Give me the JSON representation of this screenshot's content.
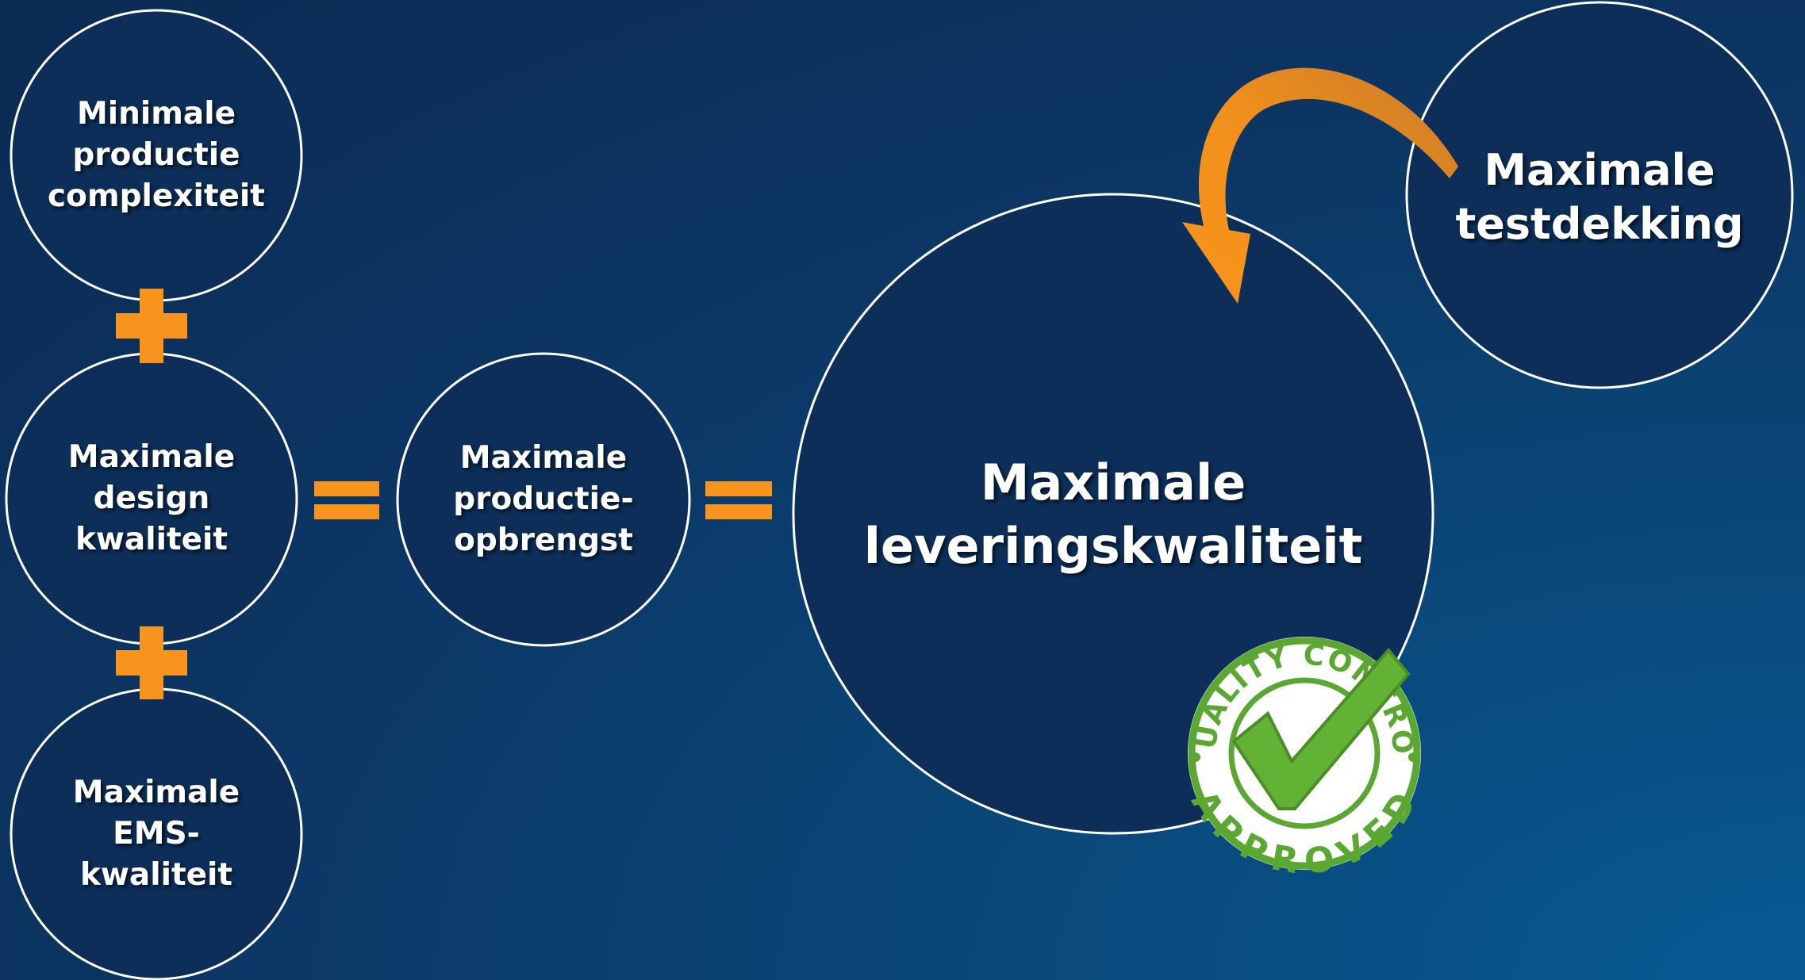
{
  "circles": {
    "production_complexity": [
      "Minimale",
      "productie",
      "complexiteit"
    ],
    "design_quality": [
      "Maximale",
      "design",
      "kwaliteit"
    ],
    "ems_quality": [
      "Maximale",
      "EMS-",
      "kwaliteit"
    ],
    "production_yield": [
      "Maximale",
      "productie-",
      "opbrengst"
    ],
    "delivery_quality": [
      "Maximale",
      "leveringskwaliteit"
    ],
    "test_coverage": [
      "Maximale",
      "testdekking"
    ]
  },
  "stamp": {
    "top_text": "QUALITY CONTROL",
    "bottom_text": "APPROVED"
  },
  "colors": {
    "operator_orange": "#f7941d",
    "arrow_orange": "#e8891a",
    "stamp_green": "#5aa832",
    "circle_stroke": "#ffffff"
  },
  "operators": [
    "plus-icon",
    "plus-icon",
    "equals-icon",
    "equals-icon"
  ],
  "icons": [
    "curved-arrow-icon",
    "quality-control-approved-stamp-icon",
    "checkmark-icon"
  ]
}
